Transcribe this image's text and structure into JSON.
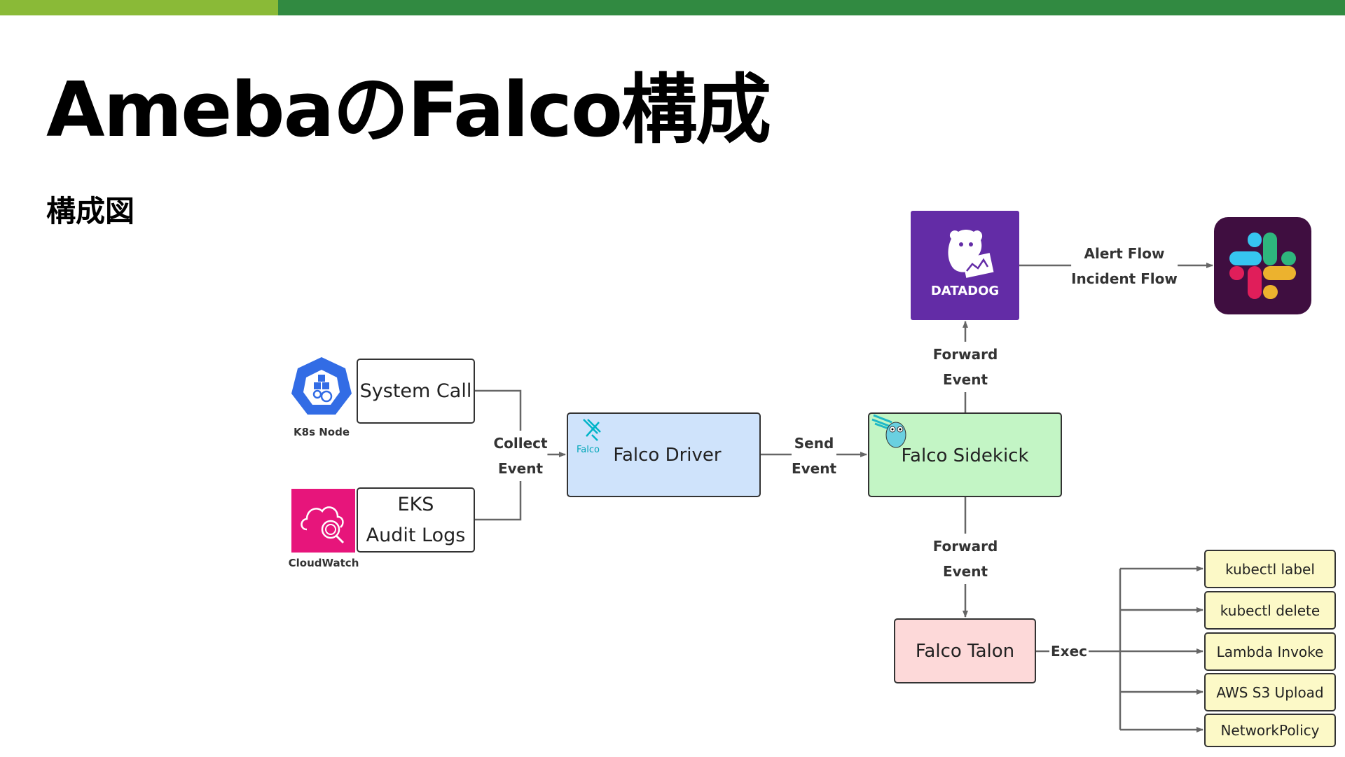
{
  "header": {
    "title": "AmebaのFalco構成",
    "subtitle": "構成図",
    "colors": {
      "bar_left": "#8aba37",
      "bar_right": "#318a41"
    }
  },
  "sources": {
    "k8s_node": {
      "icon": "kubernetes-icon",
      "caption": "K8s Node",
      "box_label": "System Call"
    },
    "cloudwatch": {
      "icon": "cloudwatch-icon",
      "caption": "CloudWatch",
      "box_label_line1": "EKS",
      "box_label_line2": "Audit Logs"
    }
  },
  "edges": {
    "collect": {
      "line1": "Collect",
      "line2": "Event"
    },
    "send": {
      "line1": "Send",
      "line2": "Event"
    },
    "forward_up": {
      "line1": "Forward",
      "line2": "Event"
    },
    "forward_down": {
      "line1": "Forward",
      "line2": "Event"
    },
    "alert": {
      "line1": "Alert Flow",
      "line2": "Incident Flow"
    },
    "exec": {
      "label": "Exec"
    }
  },
  "nodes": {
    "falco_driver": {
      "label": "Falco Driver",
      "logo_text": "Falco",
      "icon": "falco-icon",
      "color": "#cfe3fb"
    },
    "falco_sidekick": {
      "label": "Falco Sidekick",
      "icon": "gopher-mascot-icon",
      "color": "#c3f5c5"
    },
    "datadog": {
      "label": "DATADOG",
      "icon": "datadog-icon",
      "color": "#632ca6"
    },
    "slack": {
      "icon": "slack-icon",
      "color": "#3f0e40"
    },
    "falco_talon": {
      "label": "Falco Talon",
      "color": "#fdd9d9"
    }
  },
  "actions": [
    {
      "label": "kubectl label"
    },
    {
      "label": "kubectl delete"
    },
    {
      "label": "Lambda Invoke"
    },
    {
      "label": "AWS S3 Upload"
    },
    {
      "label": "NetworkPolicy"
    }
  ]
}
